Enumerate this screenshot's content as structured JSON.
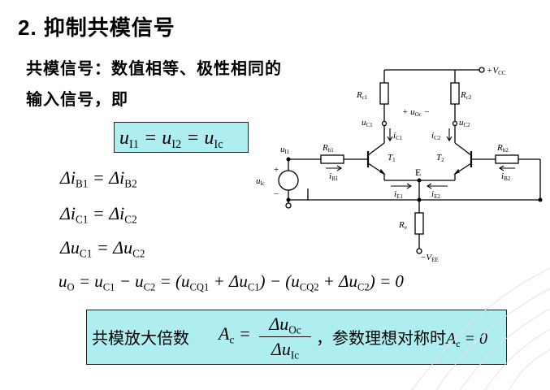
{
  "title": {
    "number": "2.",
    "text": "抑制共模信号"
  },
  "definition": {
    "line1": "共模信号：数值相等、极性相同的",
    "line2": "输入信号，即"
  },
  "equality_box": {
    "text": "u_I1 = u_I2 = u_Ic"
  },
  "delta_equations": [
    "Δi_B1 = Δi_B2",
    "Δi_C1 = Δi_C2",
    "Δu_C1 = Δu_C2"
  ],
  "output_equation": "u_O = u_C1 − u_C2 = (u_CQ1 + Δu_C1) − (u_CQ2 + Δu_C2) = 0",
  "gain_box": {
    "label": "共模放大倍数",
    "symbol": "A_c =",
    "numerator": "Δu_Oc",
    "denominator": "Δu_Ic",
    "condition": "，参数理想对称时",
    "result": "A_c = 0"
  },
  "circuit": {
    "labels": {
      "vcc": "+V_CC",
      "vee": "−V_EE",
      "rc1": "R_c1",
      "rc2": "R_c2",
      "rb1": "R_b1",
      "rb2": "R_b2",
      "re": "R_e",
      "uc1": "u_C1",
      "uc2": "u_C2",
      "uoc": "+ u_Oc −",
      "ic1": "i_C1",
      "ic2": "i_C2",
      "ib1": "i_B1",
      "ib2": "i_B2",
      "ie1": "i_E1",
      "ie2": "i_E2",
      "t1": "T_1",
      "t2": "T_2",
      "node_e": "E",
      "ui1": "u_I1",
      "uic": "u_Ic",
      "src_plus": "+",
      "src_minus": "−"
    }
  }
}
